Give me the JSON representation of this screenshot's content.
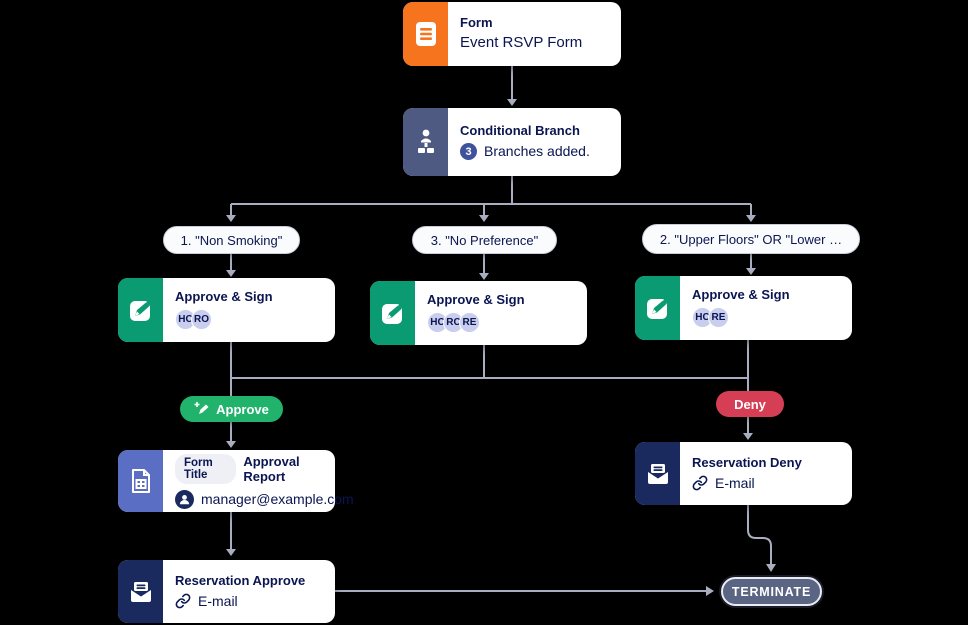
{
  "colors": {
    "accent_orange": "#F7741E",
    "accent_slate": "#4E5A81",
    "accent_green": "#0A9B72",
    "accent_indigo": "#5A6EC4",
    "accent_navy": "#1A2A5E",
    "approve_pill_green": "#21B26B",
    "deny_pill_red": "#D63E55",
    "terminate_bg": "#5A6483",
    "text_navy": "#0A1551",
    "connector_gray": "#A8ADBF",
    "badge_lavender": "#C9CEEE",
    "count_badge_blue": "#3E539B"
  },
  "icons": {
    "form": "form-icon",
    "conditional": "branch-sitemap-icon",
    "approve_sign": "pen-sign-icon",
    "approval_report": "report-document-icon",
    "email_node": "envelope-icon",
    "link": "link-icon",
    "avatar": "person-avatar-icon",
    "approve_pill": "signature-pen-icon"
  },
  "nodes": {
    "form": {
      "title": "Form",
      "subtitle": "Event RSVP Form"
    },
    "conditional": {
      "title": "Conditional Branch",
      "count": "3",
      "subtitle": "Branches added."
    },
    "branches": [
      {
        "label": "1. \"Non Smoking\""
      },
      {
        "label": "3. \"No Preference\""
      },
      {
        "label": "2. \"Upper Floors\" OR \"Lower …"
      }
    ],
    "approve_sign_1": {
      "title": "Approve & Sign",
      "badges": [
        "HC",
        "RO"
      ]
    },
    "approve_sign_2": {
      "title": "Approve & Sign",
      "badges": [
        "HC",
        "RC",
        "RE"
      ]
    },
    "approve_sign_3": {
      "title": "Approve & Sign",
      "badges": [
        "HC",
        "RE"
      ]
    },
    "approval_report": {
      "tag": "Form Title",
      "title": "Approval Report",
      "email": "manager@example.com"
    },
    "reservation_deny": {
      "title": "Reservation Deny",
      "channel": "E-mail"
    },
    "reservation_approve": {
      "title": "Reservation Approve",
      "channel": "E-mail"
    }
  },
  "outcomes": {
    "approve": "Approve",
    "deny": "Deny",
    "terminate": "TERMINATE"
  }
}
